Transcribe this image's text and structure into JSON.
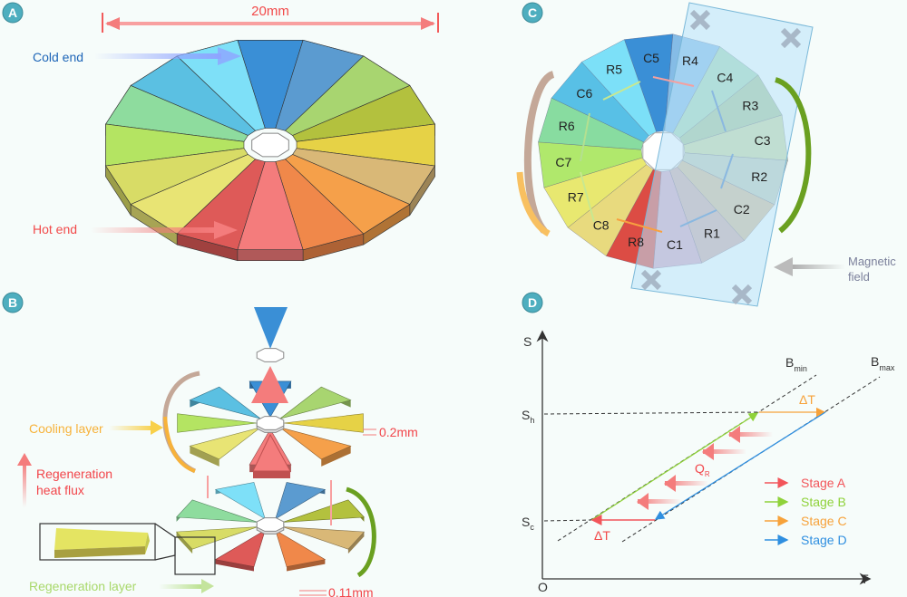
{
  "panels": {
    "a": "A",
    "b": "B",
    "c": "C",
    "d": "D"
  },
  "panel_a": {
    "dimension": "20mm",
    "cold_end": "Cold end",
    "hot_end": "Hot end",
    "wedge_colors": [
      "#3a8fd6",
      "#5b9bd0",
      "#a8d570",
      "#b3c13e",
      "#e6d246",
      "#d9b877",
      "#f5a04a",
      "#f0884a",
      "#f47c7c",
      "#de5a58",
      "#e8e474",
      "#d8dc66",
      "#b4e462",
      "#8edc9e",
      "#5bc0e2",
      "#7ee0f8"
    ]
  },
  "panel_b": {
    "cooling_layer": "Cooling layer",
    "regeneration_heat_flux_1": "Regeneration",
    "regeneration_heat_flux_2": "heat flux",
    "regeneration_layer": "Regeneration layer",
    "thickness_cooling": "0.2mm",
    "thickness_regeneration": "0.11mm"
  },
  "panel_c": {
    "segments": [
      {
        "label": "C5",
        "color": "#3a8fd6"
      },
      {
        "label": "R4",
        "color": "#85bce6"
      },
      {
        "label": "C4",
        "color": "#a8d9b6"
      },
      {
        "label": "R3",
        "color": "#a9c899"
      },
      {
        "label": "C3",
        "color": "#c9d9a2"
      },
      {
        "label": "R2",
        "color": "#c1cdb9"
      },
      {
        "label": "C2",
        "color": "#d5bd98"
      },
      {
        "label": "R1",
        "color": "#d1ada8"
      },
      {
        "label": "C1",
        "color": "#d5a8c0"
      },
      {
        "label": "R8",
        "color": "#dc4c44"
      },
      {
        "label": "C8",
        "color": "#e8da7e"
      },
      {
        "label": "R7",
        "color": "#e8e870"
      },
      {
        "label": "C7",
        "color": "#b0e86c"
      },
      {
        "label": "R6",
        "color": "#88dca0"
      },
      {
        "label": "C6",
        "color": "#58c0e6"
      },
      {
        "label": "R5",
        "color": "#7ce0f8"
      }
    ],
    "magnetic_field_1": "Magnetic",
    "magnetic_field_2": "field"
  },
  "panel_d": {
    "y_axis": "S",
    "x_axis": "T",
    "origin": "O",
    "sh": "S",
    "sh_sub": "h",
    "sc": "S",
    "sc_sub": "c",
    "bmin": "B",
    "bmin_sub": "min",
    "bmax": "B",
    "bmax_sub": "max",
    "delta_t_top": "ΔT",
    "delta_t_bottom": "ΔT",
    "qr": "Q",
    "qr_sub": "R",
    "legend": [
      {
        "label": "Stage A",
        "color": "#f2555a"
      },
      {
        "label": "Stage B",
        "color": "#8fd23a"
      },
      {
        "label": "Stage C",
        "color": "#f7a23a"
      },
      {
        "label": "Stage D",
        "color": "#2f8fe0"
      }
    ]
  }
}
